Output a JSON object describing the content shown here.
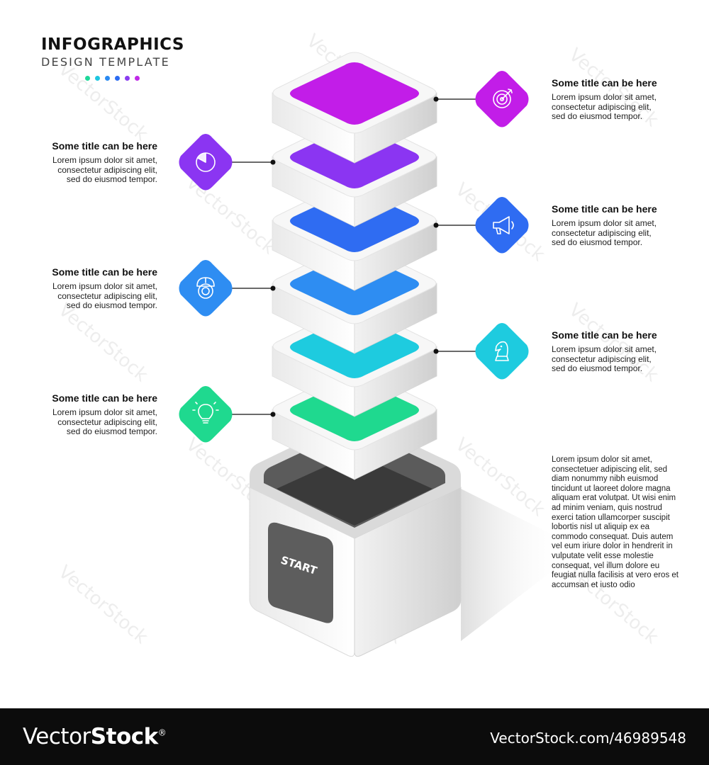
{
  "header": {
    "title": "INFOGRAPHICS",
    "subtitle": "DESIGN TEMPLATE",
    "dot_colors": [
      "#1ed89a",
      "#1ec6e0",
      "#2a8af2",
      "#2b6cf2",
      "#8a3df0",
      "#bf2ae8"
    ]
  },
  "steps": [
    {
      "side": "right",
      "title": "Some title can be here",
      "desc": "Lorem ipsum dolor sit amet,\nconsectetur adipiscing elit,\nsed do eiusmod tempor.",
      "icon": "target-icon",
      "color": "#c21de8"
    },
    {
      "side": "left",
      "title": "Some title can be here",
      "desc": "Lorem ipsum dolor sit amet,\nconsectetur adipiscing elit,\nsed do eiusmod tempor.",
      "icon": "timer-icon",
      "color": "#8b35f2"
    },
    {
      "side": "right",
      "title": "Some title can be here",
      "desc": "Lorem ipsum dolor sit amet,\nconsectetur adipiscing elit,\nsed do eiusmod tempor.",
      "icon": "megaphone-icon",
      "color": "#2f6cf2"
    },
    {
      "side": "left",
      "title": "Some title can be here",
      "desc": "Lorem ipsum dolor sit amet,\nconsectetur adipiscing elit,\nsed do eiusmod tempor.",
      "icon": "engineer-icon",
      "color": "#2e8df2"
    },
    {
      "side": "right",
      "title": "Some title can be here",
      "desc": "Lorem ipsum dolor sit amet,\nconsectetur adipiscing elit,\nsed do eiusmod tempor.",
      "icon": "chess-knight-icon",
      "color": "#1ecbdf"
    },
    {
      "side": "left",
      "title": "Some title can be here",
      "desc": "Lorem ipsum dolor sit amet,\nconsectetur adipiscing elit,\nsed do eiusmod tempor.",
      "icon": "lightbulb-icon",
      "color": "#1fd98f"
    }
  ],
  "paragraph": "Lorem ipsum dolor sit amet, consectetuer adipiscing elit, sed diam nonummy nibh euismod tincidunt ut laoreet dolore magna aliquam erat volutpat. Ut wisi enim ad minim veniam, quis nostrud exerci tation ullamcorper suscipit lobortis nisl ut aliquip ex ea commodo consequat. Duis autem vel eum iriure dolor in hendrerit in vulputate velit esse molestie consequat, vel illum dolore eu feugiat nulla facilisis at vero eros et accumsan et iusto odio",
  "start_label": "START",
  "watermark": "VectorStock",
  "footer": {
    "brand_prefix": "Vector",
    "brand_suffix": "Stock",
    "registered": "®",
    "url": "VectorStock.com/46989548"
  }
}
